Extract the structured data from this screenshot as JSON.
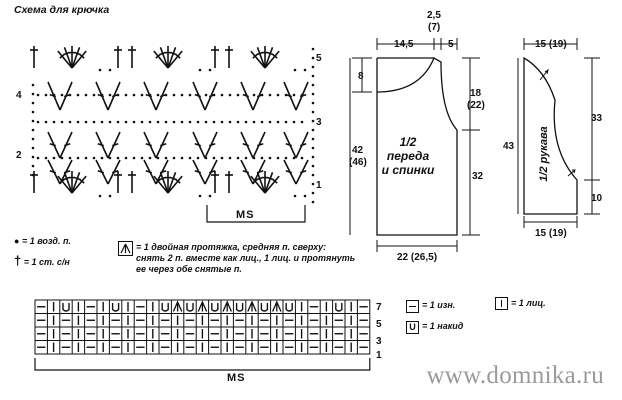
{
  "title": "Схема для крючка",
  "crochet": {
    "row_numbers": [
      "5",
      "4",
      "3",
      "2",
      "1"
    ],
    "repeat_label": "MS"
  },
  "legend_crochet": {
    "chain": "= 1 возд. п.",
    "dc": "= 1 ст. с/н"
  },
  "legend_knit": {
    "double_decrease": "= 1 двойная протяжка, средняя п. сверху: снять 2 п. вместе как лиц., 1 лиц. и протянуть ее через обе снятые п.",
    "purl": "= 1 изн.",
    "knit": "= 1 лиц.",
    "yarn_over": "= 1 накид"
  },
  "knit_chart": {
    "row_numbers": [
      "7",
      "5",
      "3",
      "1"
    ],
    "repeat_label": "MS"
  },
  "body_pattern": {
    "top_dim_1": "2,5",
    "top_dim_1b": "(7)",
    "shoulder": "14,5",
    "neck_half": "5",
    "neck_depth": "8",
    "armhole": "18",
    "armhole_b": "(22)",
    "total_length": "42",
    "total_length_b": "(46)",
    "side": "32",
    "width": "22 (26,5)",
    "label_line1": "1/2",
    "label_line2": "переда",
    "label_line3": "и спинки"
  },
  "sleeve_pattern": {
    "top_width": "15 (19)",
    "bottom_width": "15 (19)",
    "total": "43",
    "cap": "33",
    "cuff": "10",
    "label": "1/2 рукава"
  },
  "watermark": "www.domnika.ru"
}
